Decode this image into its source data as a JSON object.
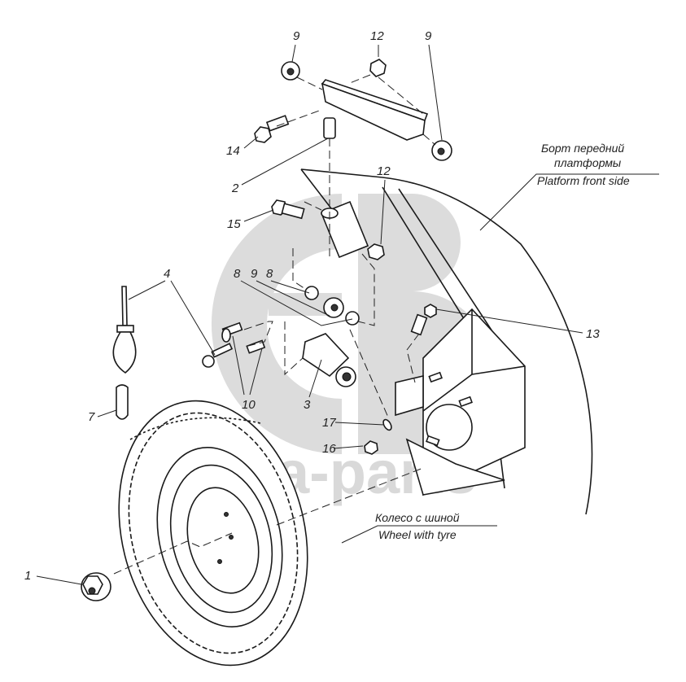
{
  "diagram": {
    "type": "exploded-parts-assembly",
    "watermark": {
      "logo": "db-logo",
      "text": "data-parts",
      "color": "#d9d9d9"
    },
    "callouts": [
      {
        "id": "c9a",
        "number": "9",
        "part": "spacer-bushing"
      },
      {
        "id": "c12a",
        "number": "12",
        "part": "nut"
      },
      {
        "id": "c9b",
        "number": "9",
        "part": "spacer-bushing"
      },
      {
        "id": "c14",
        "number": "14",
        "part": "bolt"
      },
      {
        "id": "c2",
        "number": "2",
        "part": "bracket"
      },
      {
        "id": "c12b",
        "number": "12",
        "part": "nut"
      },
      {
        "id": "c15",
        "number": "15",
        "part": "bolt"
      },
      {
        "id": "c8a",
        "number": "8",
        "part": "washer"
      },
      {
        "id": "c9c",
        "number": "9",
        "part": "spacer-bushing"
      },
      {
        "id": "c8b",
        "number": "8",
        "part": "washer"
      },
      {
        "id": "c4",
        "number": "4",
        "part": "cable"
      },
      {
        "id": "c13",
        "number": "13",
        "part": "bolt"
      },
      {
        "id": "c10",
        "number": "10",
        "part": "pin"
      },
      {
        "id": "c3",
        "number": "3",
        "part": "clamp-bracket"
      },
      {
        "id": "c7",
        "number": "7",
        "part": "hook"
      },
      {
        "id": "c17",
        "number": "17",
        "part": "washer"
      },
      {
        "id": "c16",
        "number": "16",
        "part": "nut"
      },
      {
        "id": "c1",
        "number": "1",
        "part": "wheel-nut"
      }
    ],
    "captions": {
      "platform_ru_line1": "Борт передний",
      "platform_ru_line2": "платформы",
      "platform_en": "Platform front side",
      "wheel_ru": "Колесо с шиной",
      "wheel_en": "Wheel with tyre"
    }
  }
}
